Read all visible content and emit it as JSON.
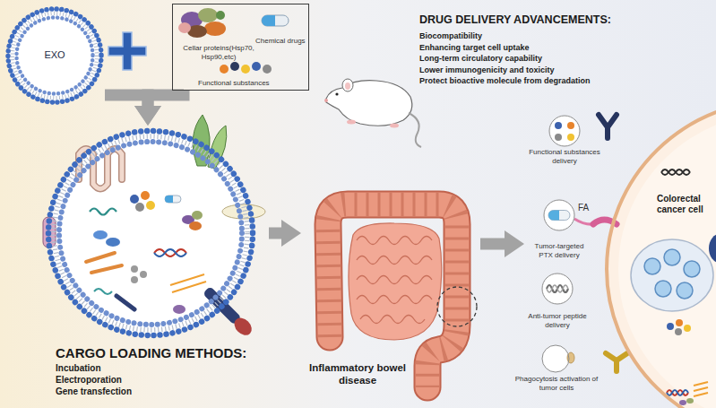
{
  "diagram": {
    "nodes": [
      {
        "text": [
          "EXO"
        ]
      },
      {
        "text": [
          "Cellar proteins(Hsp70, Hsp90,etc)",
          "Chemical drugs",
          "Functional substances"
        ]
      },
      {
        "text": [
          "CARGO LOADING METHODS:",
          "Incubation",
          "Electroporation",
          "Gene transfection"
        ]
      },
      {
        "text": [
          "Inflammatory bowel disease"
        ]
      },
      {
        "text": [
          "Functional substances delivery"
        ]
      },
      {
        "text": [
          "Tumor-targeted PTX delivery"
        ]
      },
      {
        "text": [
          "Anti-tumor peptide delivery"
        ]
      },
      {
        "text": [
          "Phagocytosis activation of tumor cells"
        ]
      },
      {
        "text": [
          "Colorectal cancer cell"
        ]
      }
    ],
    "edges": [
      {
        "from": 0,
        "to": 2,
        "arrow": "to"
      },
      {
        "from": 1,
        "to": 2,
        "arrow": "to"
      },
      {
        "from": 2,
        "to": 3,
        "arrow": "to"
      }
    ],
    "labels": [
      "DRUG DELIVERY ADVANCEMENTS:",
      "Biocompatibility",
      "Enhancing target cell uptake",
      "Long-term circulatory capability",
      "Lower immunogenicity and toxicity",
      "Protect bioactive molecule from degradation",
      "FA"
    ]
  }
}
